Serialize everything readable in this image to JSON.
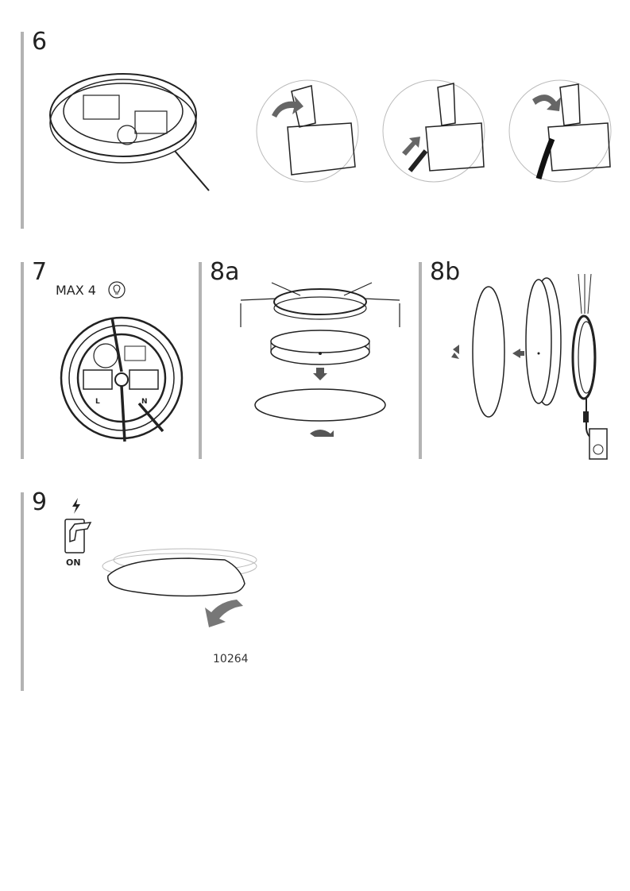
{
  "steps": [
    {
      "number": "6"
    },
    {
      "number": "7",
      "note": "MAX 4",
      "terminal_labels": [
        "L",
        "N"
      ]
    },
    {
      "number": "8a"
    },
    {
      "number": "8b"
    },
    {
      "number": "9",
      "switch_label": "ON"
    }
  ],
  "footer": {
    "code": "10264"
  },
  "icons": [
    "bulb-icon",
    "lightning-icon",
    "wall-switch-icon",
    "rotate-arrow-icon",
    "down-arrow-icon",
    "left-arrow-icon",
    "power-socket-icon"
  ]
}
